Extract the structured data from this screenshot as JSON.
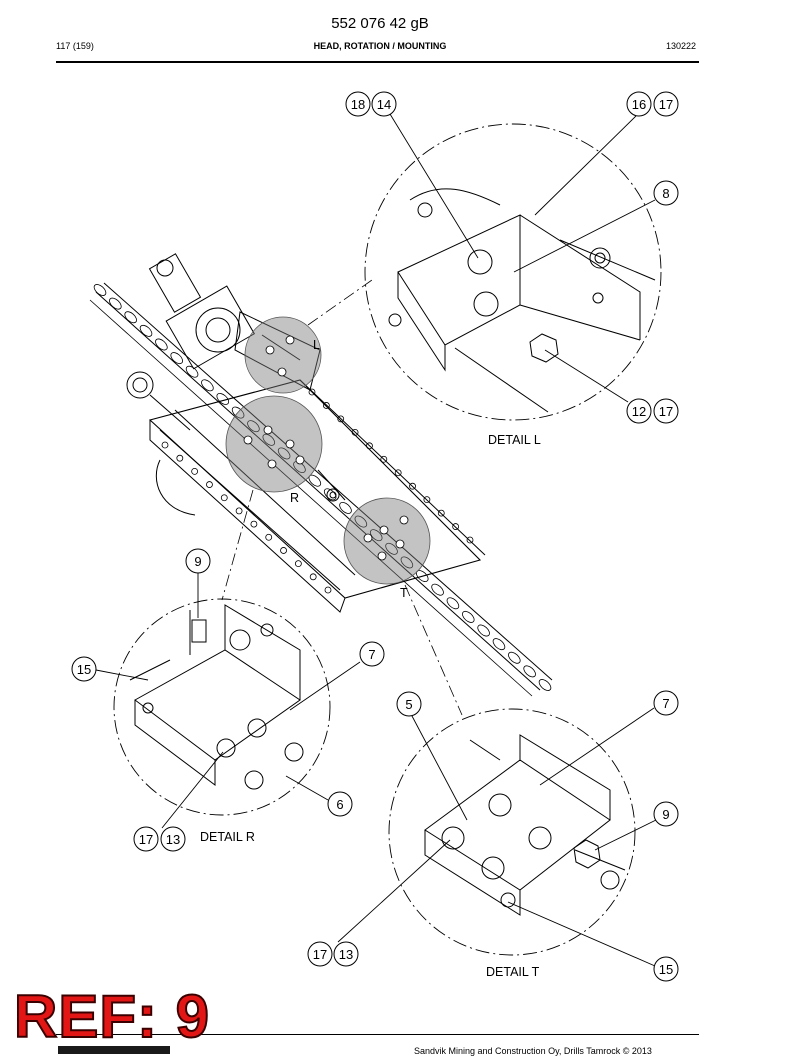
{
  "header": {
    "doc_number": "552 076 42 gB",
    "page_count": "117 (159)",
    "section_title": "HEAD, ROTATION / MOUNTING",
    "date_code": "130222"
  },
  "footer": {
    "copyright": "Sandvik Mining and Construction Oy, Drills Tamrock © 2013",
    "ref_stamp": "REF: 9"
  },
  "callouts": {
    "c18a": "18",
    "c14a": "14",
    "c16": "16",
    "c17a": "17",
    "c8": "8",
    "c12": "12",
    "c17b": "17",
    "c9a": "9",
    "c15a": "15",
    "c7a": "7",
    "c6": "6",
    "c17c": "17",
    "c13a": "13",
    "c5": "5",
    "c7b": "7",
    "c9b": "9",
    "c17d": "17",
    "c13b": "13",
    "c15b": "15"
  },
  "labels": {
    "detail_l": "DETAIL  L",
    "detail_r": "DETAIL  R",
    "detail_t": "DETAIL  T",
    "marker_l": "L",
    "marker_r": "R",
    "marker_t": "T"
  }
}
